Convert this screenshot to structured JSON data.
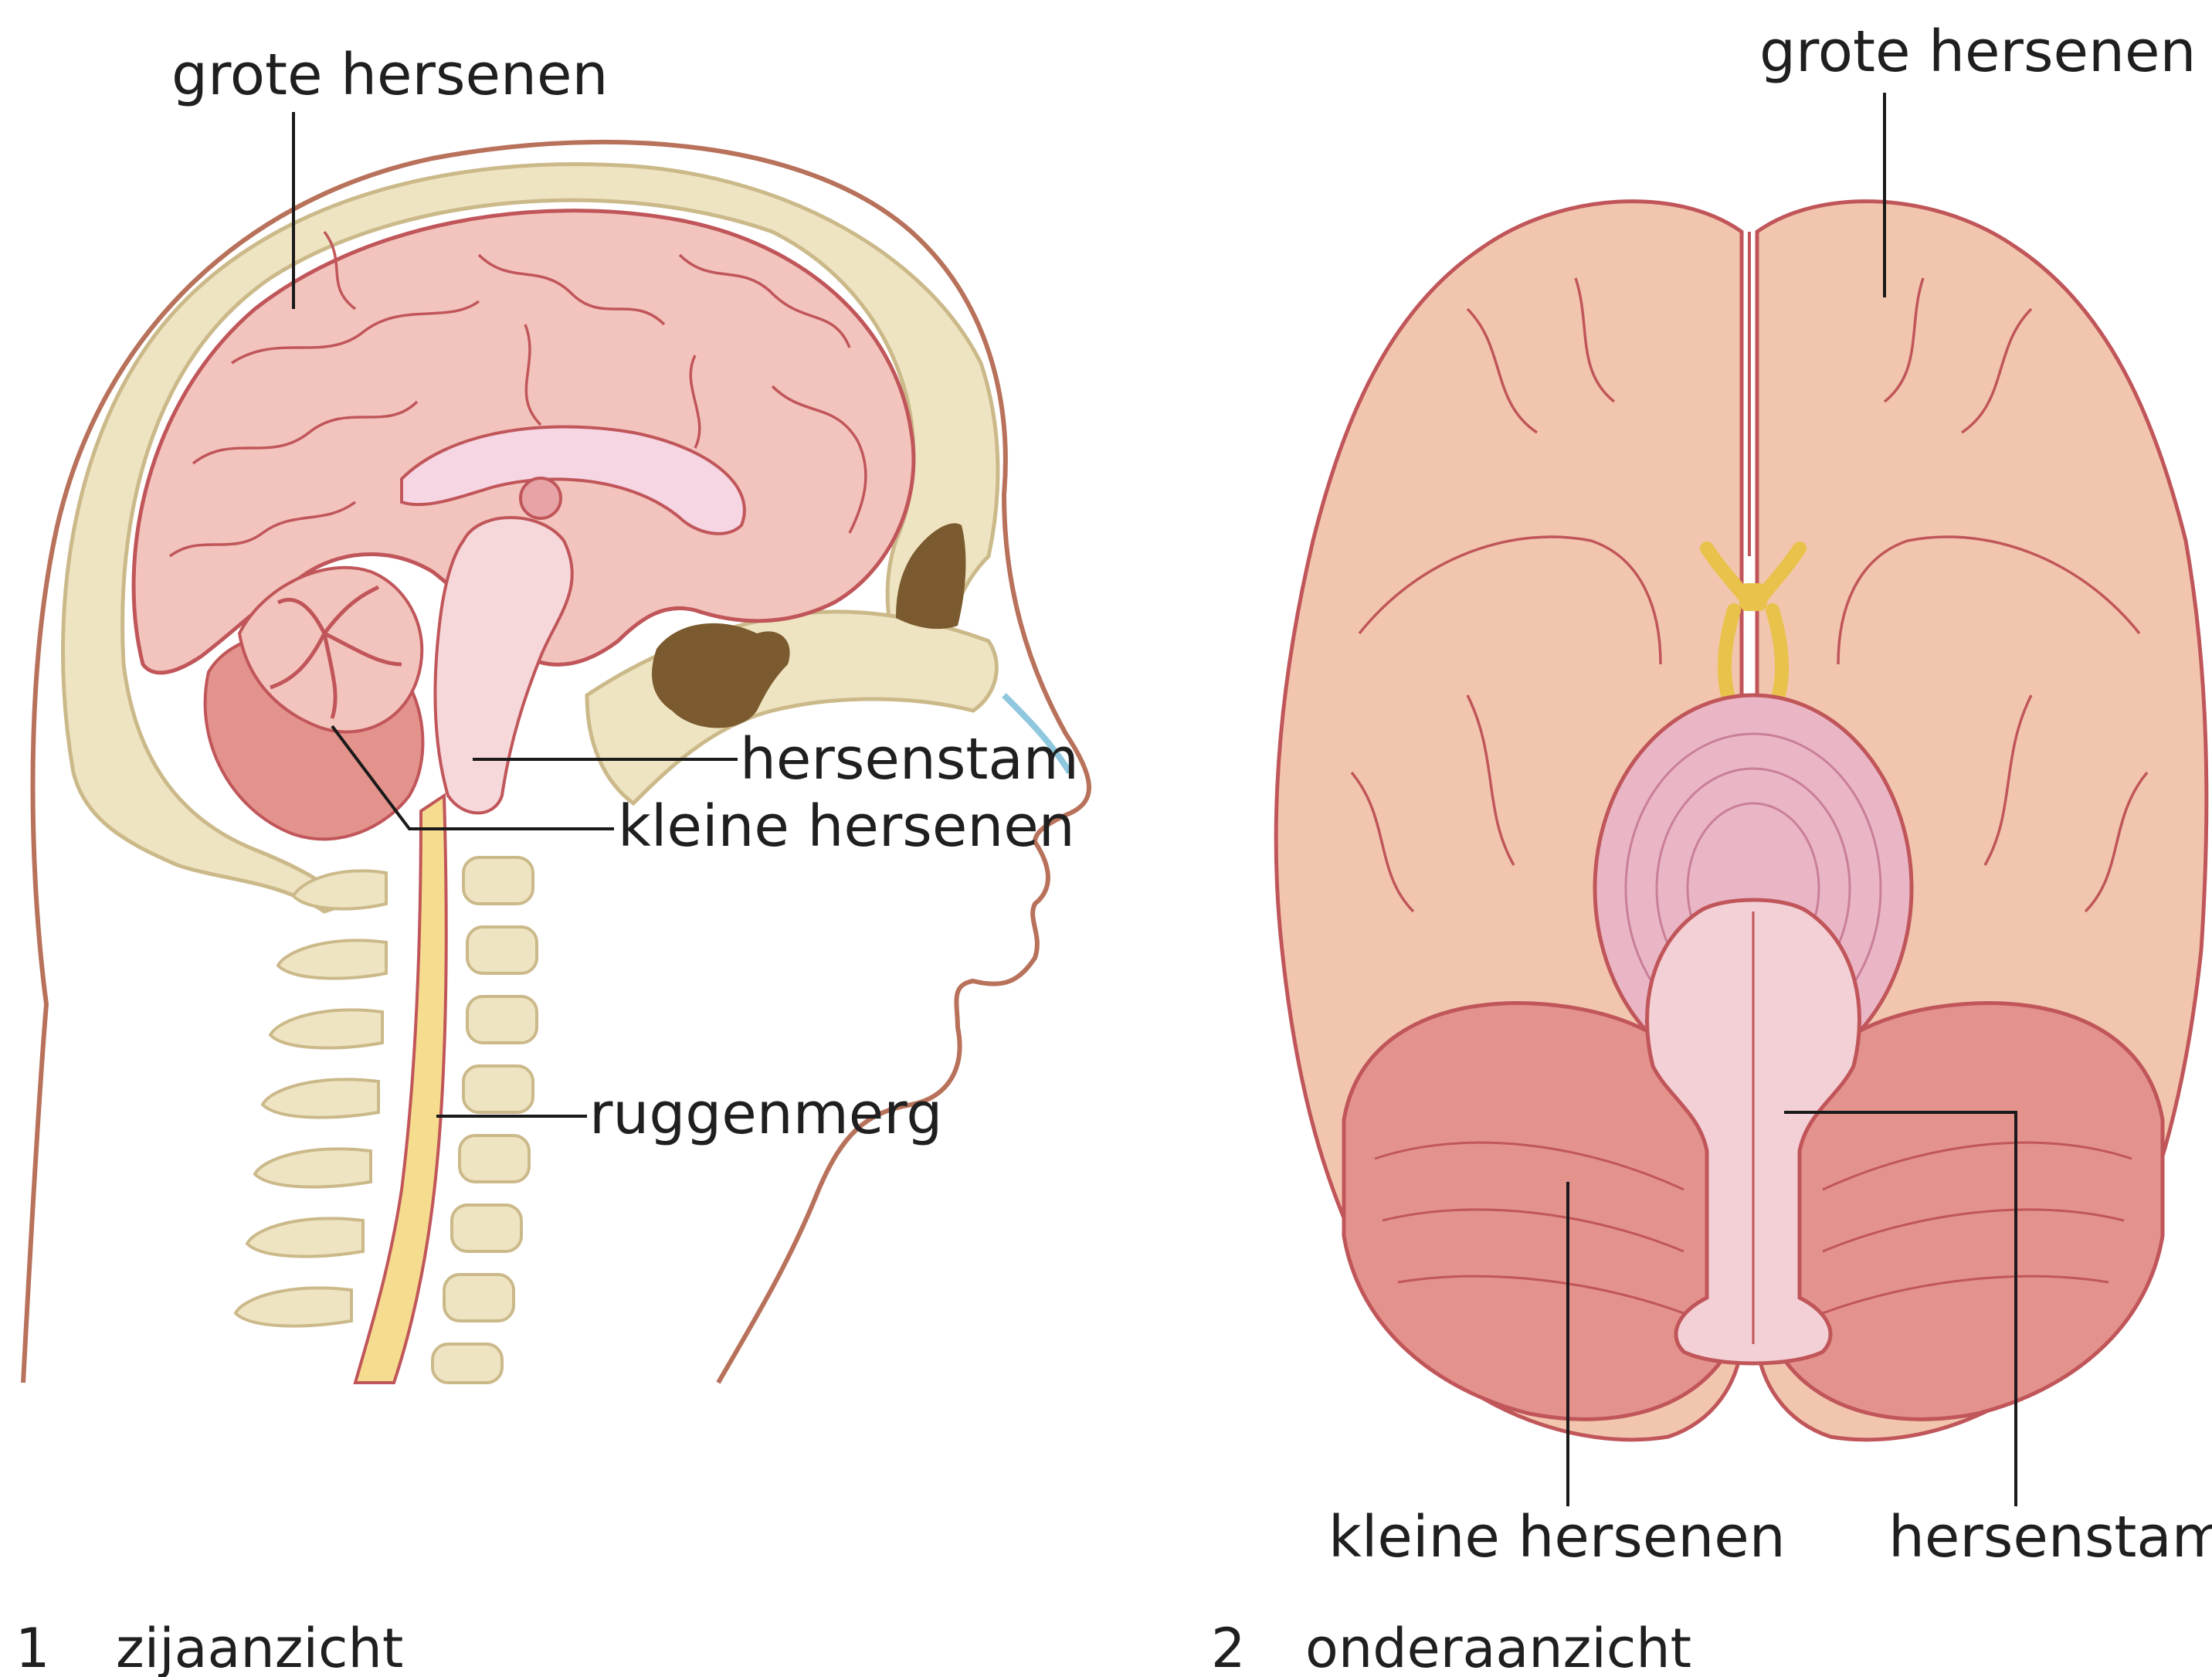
{
  "side_view": {
    "number": "1",
    "caption": "zijaanzicht",
    "labels": {
      "cerebrum": "grote hersenen",
      "brainstem": "hersenstam",
      "cerebellum": "kleine hersenen",
      "spinal_cord": "ruggenmerg"
    }
  },
  "bottom_view": {
    "number": "2",
    "caption": "onderaanzicht",
    "labels": {
      "cerebrum": "grote hersenen",
      "cerebellum": "kleine hersenen",
      "brainstem": "hersenstam"
    }
  },
  "colors": {
    "cerebrum_side": "#f3c4bd",
    "cerebrum_bottom": "#f2c6ae",
    "outline": "#c0565a",
    "cerebellum": "#e4928c",
    "brainstem": "#f3d0d5",
    "pons": "#eab6c6",
    "spinal_cord": "#f6dc8e",
    "bone": "#efe4c2",
    "bone_outline": "#cbb98a",
    "skin_outline": "#b8715a",
    "sinus": "#7a5a2e",
    "optic_nerve": "#e8c24a"
  }
}
